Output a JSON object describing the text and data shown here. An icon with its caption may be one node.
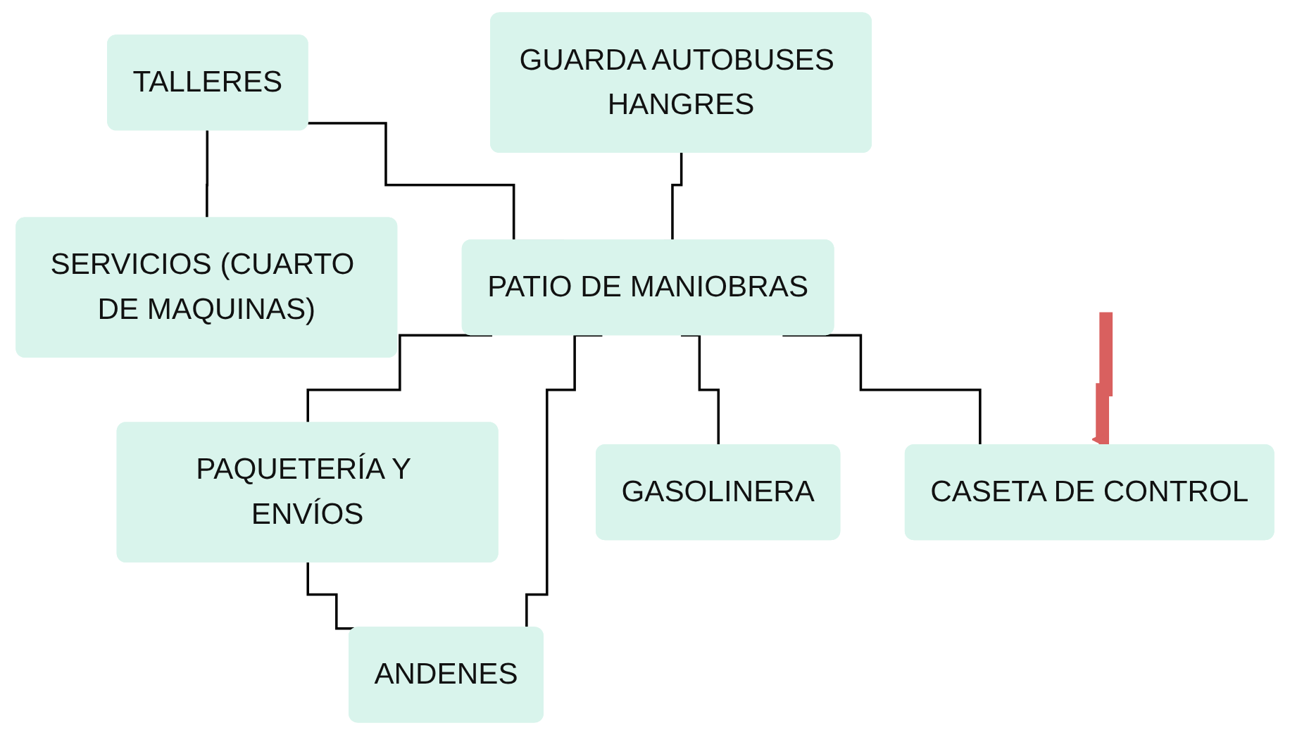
{
  "diagram": {
    "nodes": [
      {
        "text": [
          "TALLERES"
        ]
      },
      {
        "text": [
          "SERVICIOS (CUARTO DE MAQUINAS)"
        ]
      },
      {
        "text": [
          "PAQUETERÍA Y ENVÍOS"
        ]
      },
      {
        "text": [
          "GUARDA AUTOBUSES HANGRES"
        ]
      },
      {
        "text": [
          "PATIO DE MANIOBRAS"
        ]
      },
      {
        "text": [
          "ANDENES"
        ]
      },
      {
        "text": [
          "GASOLINERA"
        ]
      },
      {
        "text": [
          "CASETA DE CONTROL"
        ]
      }
    ],
    "edges": [
      {
        "from": 0,
        "to": 1,
        "arrow": "none"
      },
      {
        "from": 0,
        "to": 4,
        "arrow": "none"
      },
      {
        "from": 4,
        "to": 2,
        "arrow": "none"
      },
      {
        "from": 2,
        "to": 5,
        "arrow": "none"
      },
      {
        "from": 3,
        "to": 4,
        "arrow": "none"
      },
      {
        "from": 4,
        "to": 5,
        "arrow": "none"
      },
      {
        "from": 4,
        "to": 6,
        "arrow": "none"
      },
      {
        "from": 4,
        "to": 7,
        "arrow": "none"
      },
      {
        "from": null,
        "to": 7,
        "arrow": "to",
        "style": "thick",
        "color": "#d9605f"
      }
    ]
  }
}
